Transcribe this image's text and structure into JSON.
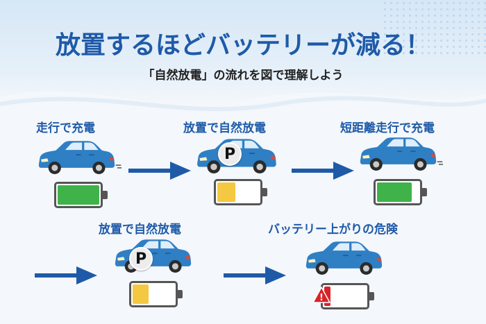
{
  "header": {
    "title": "放置するほどバッテリーが減る！",
    "subtitle": "「自然放電」の流れを図で理解しよう"
  },
  "steps": [
    {
      "label": "走行で充電",
      "battery_level": 1.0,
      "battery_color": "#3fb24a",
      "parked": false
    },
    {
      "label": "放置で自然放電",
      "battery_level": 0.4,
      "battery_color": "#f5c842",
      "parked": true,
      "badge": "P"
    },
    {
      "label": "短距離走行で充電",
      "battery_level": 0.85,
      "battery_color": "#3fb24a",
      "parked": false
    },
    {
      "label": "放置で自然放電",
      "battery_level": 0.35,
      "battery_color": "#f5c842",
      "parked": true,
      "badge": "P"
    },
    {
      "label": "バッテリー上がりの危険",
      "battery_level": 0.12,
      "battery_color": "#d8232a",
      "parked": false,
      "warning": "!"
    }
  ],
  "colors": {
    "accent": "#1e5aa8",
    "car_body": "#2f7fc4",
    "arrow": "#1e5aa8"
  }
}
